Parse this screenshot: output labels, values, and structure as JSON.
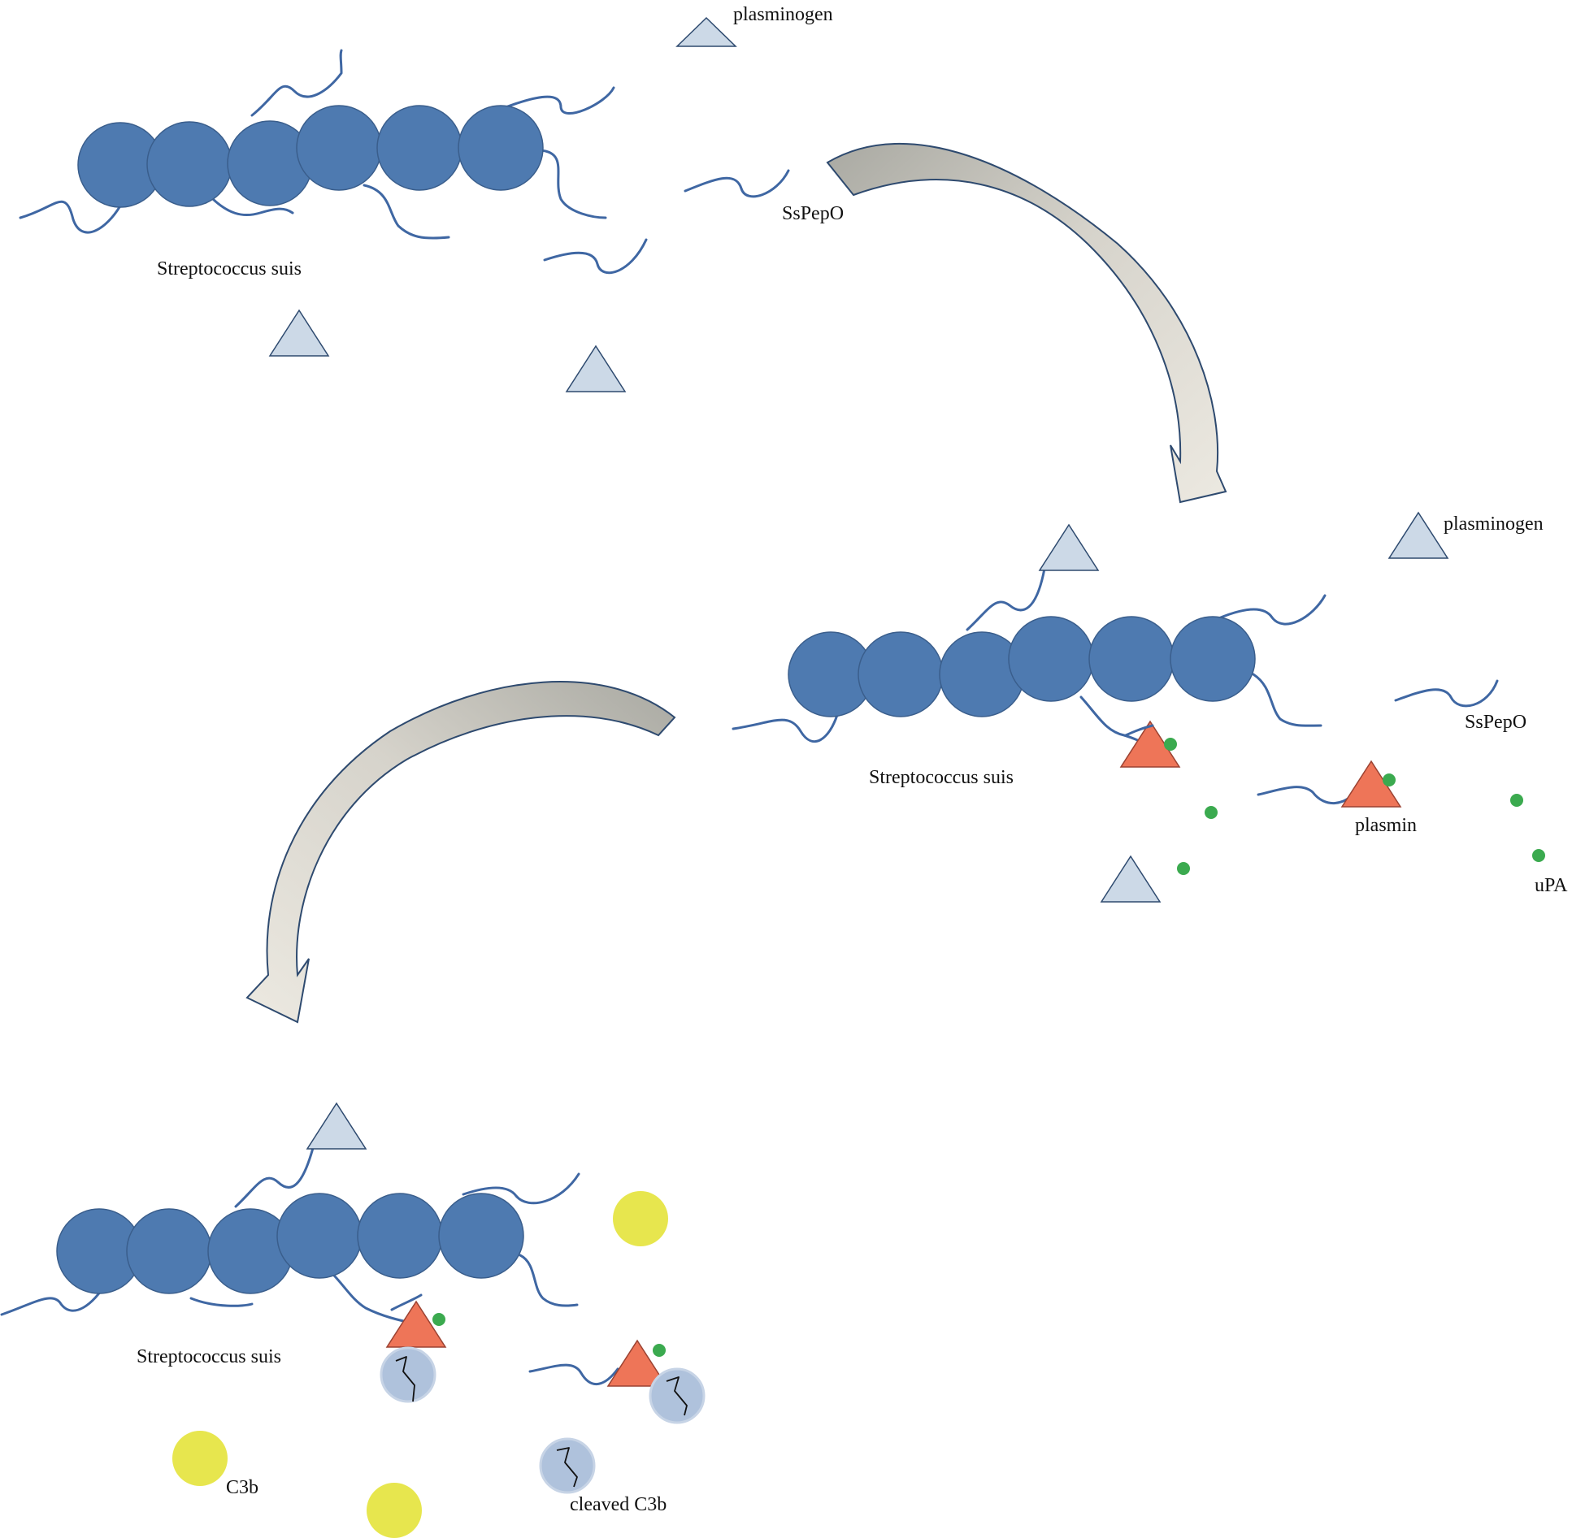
{
  "labels": {
    "plasminogen_1": "plasminogen",
    "sspepo_1": "SsPepO",
    "streptococcus_1": "Streptococcus suis",
    "plasminogen_2": "plasminogen",
    "sspepo_2": "SsPepO",
    "streptococcus_2": "Streptococcus suis",
    "plasmin": "plasmin",
    "upa": "uPA",
    "streptococcus_3": "Streptococcus suis",
    "c3b": "C3b",
    "cleaved_c3b": "cleaved C3b"
  },
  "colors": {
    "bacteria": "#4E7AB0",
    "fiber": "#3F67A3",
    "plasminogen": "#CCD9E7",
    "plasmin": "#EE7558",
    "upa": "#3BAA4F",
    "c3b": "#E7E64E",
    "cleaved_c3b": "#AFC2DC",
    "arrow_light": "#ECE9E1",
    "arrow_dark": "#A9A9A2"
  }
}
